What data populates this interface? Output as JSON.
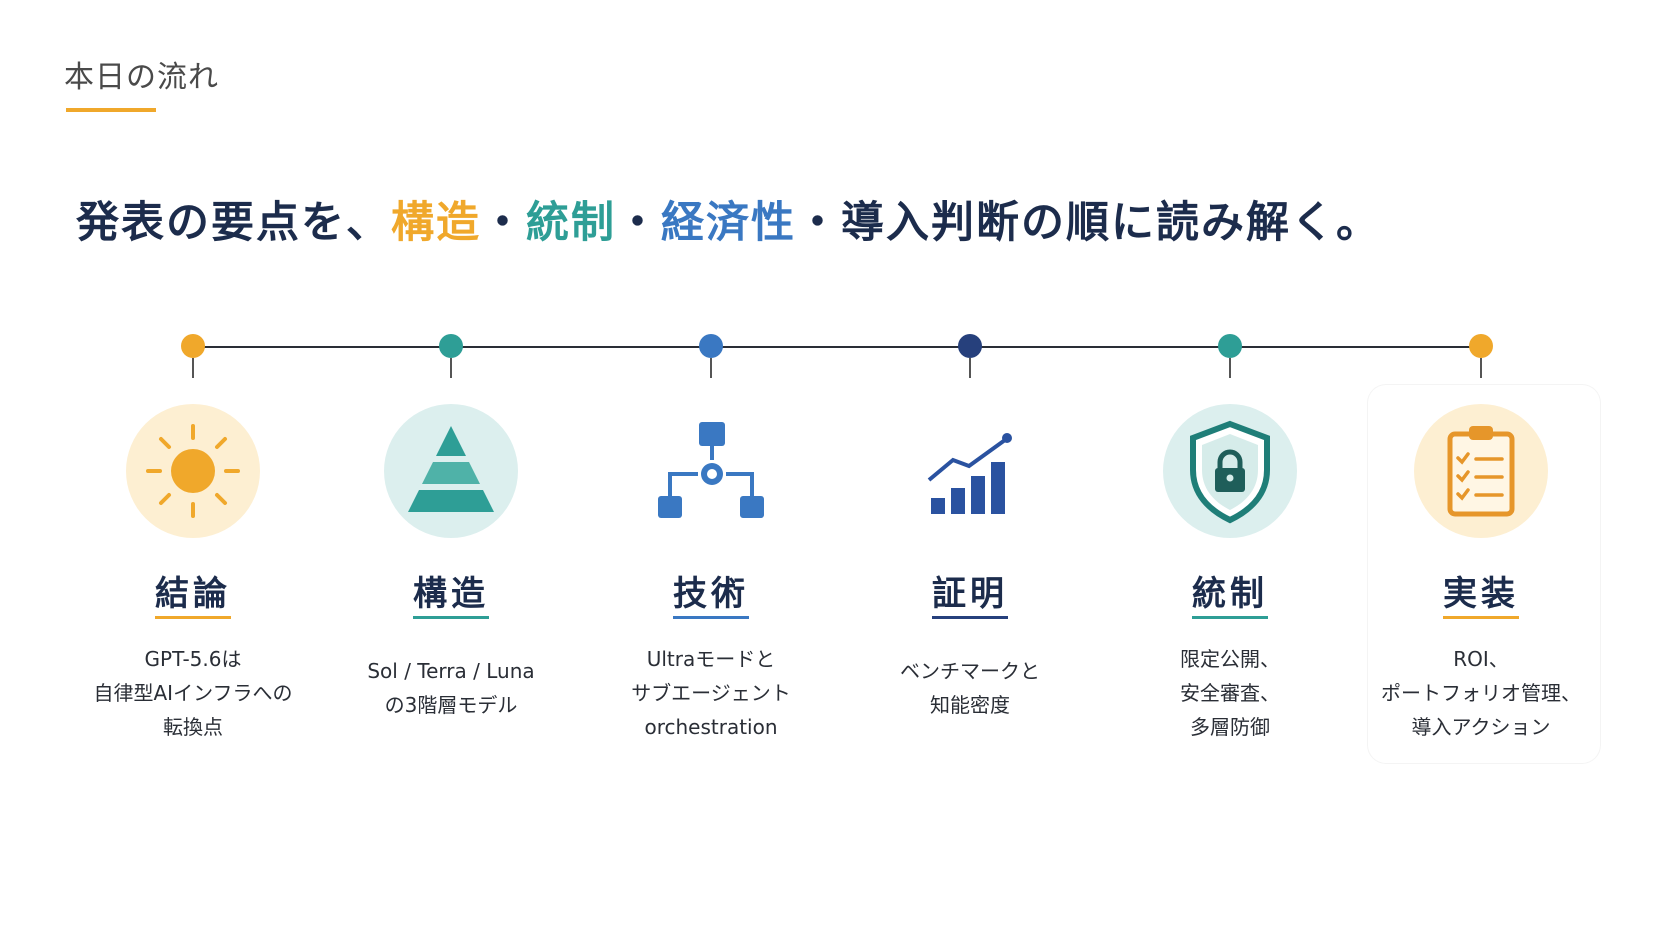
{
  "slide_title": "本日の流れ",
  "headline": {
    "prefix": "発表の要点を、",
    "k1": "構造",
    "sep1": "・",
    "k2": "統制",
    "sep2": "・",
    "k3": "経済性",
    "sep3": "・",
    "k4": "導入判断",
    "suffix": "の順に読み解く。"
  },
  "colors": {
    "orange": "#f0a82b",
    "teal": "#2e9e96",
    "blue": "#3a78c2",
    "navy": "#26407c",
    "text": "#1c2c4c"
  },
  "steps": [
    {
      "label": "結論",
      "icon": "sun-icon",
      "desc": [
        "GPT-5.6は",
        "自律型AIインフラへの",
        "転換点"
      ]
    },
    {
      "label": "構造",
      "icon": "pyramid-icon",
      "desc": [
        "Sol / Terra / Luna",
        "の3階層モデル"
      ]
    },
    {
      "label": "技術",
      "icon": "orchestration-icon",
      "desc": [
        "Ultraモードと",
        "サブエージェント",
        "orchestration"
      ]
    },
    {
      "label": "証明",
      "icon": "growth-chart-icon",
      "desc": [
        "ベンチマークと",
        "知能密度"
      ]
    },
    {
      "label": "統制",
      "icon": "shield-lock-icon",
      "desc": [
        "限定公開、",
        "安全審査、",
        "多層防御"
      ]
    },
    {
      "label": "実装",
      "icon": "clipboard-checklist-icon",
      "desc": [
        "ROI、",
        "ポートフォリオ管理、",
        "導入アクション"
      ]
    }
  ]
}
